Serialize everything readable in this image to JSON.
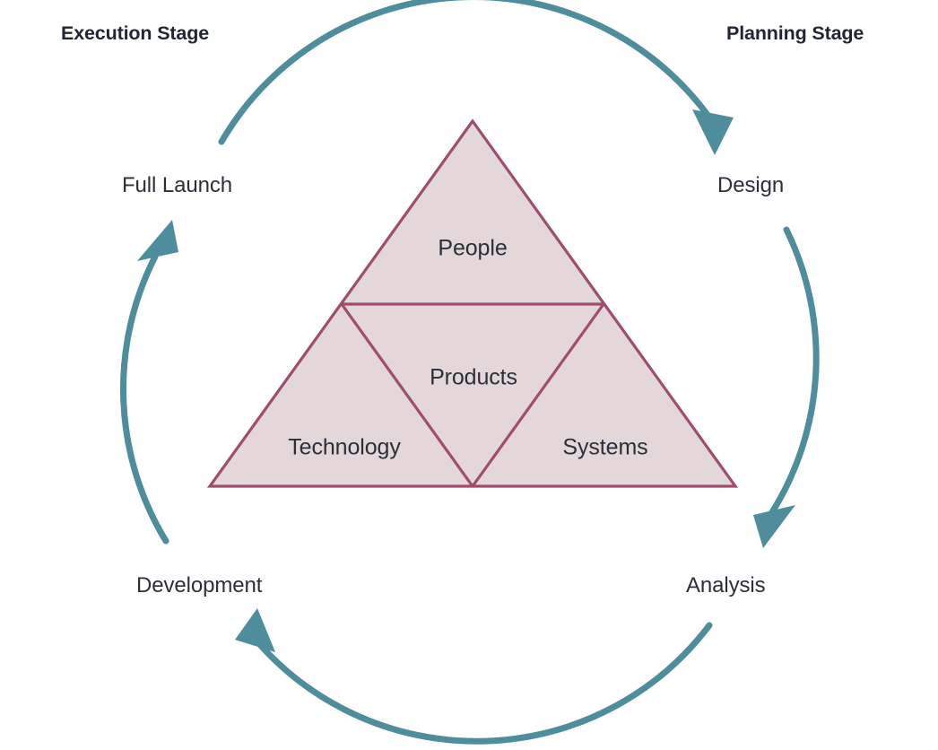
{
  "diagram": {
    "title_left": "Execution Stage",
    "title_right": "Planning Stage",
    "background_color": "#ffffff"
  },
  "colors": {
    "arrow_teal": "#4e8d9c",
    "triangle_stroke": "#9e4d6e",
    "triangle_fill": "#e4d7da",
    "heading_text": "#1f2533",
    "body_text": "#2b2f38"
  },
  "cycle": {
    "nodes": [
      {
        "label": "Design",
        "position": "right-top"
      },
      {
        "label": "Analysis",
        "position": "right-bottom"
      },
      {
        "label": "Development",
        "position": "left-bottom"
      },
      {
        "label": "Full Launch",
        "position": "left-top"
      }
    ],
    "arrows": [
      {
        "name": "top-arc",
        "from": "Full Launch",
        "to": "Design",
        "direction": "clockwise"
      },
      {
        "name": "right-arc",
        "from": "Design",
        "to": "Analysis",
        "direction": "clockwise"
      },
      {
        "name": "bottom-arc",
        "from": "Analysis",
        "to": "Development",
        "direction": "clockwise"
      },
      {
        "name": "left-arc",
        "from": "Development",
        "to": "Full Launch",
        "direction": "clockwise"
      }
    ]
  },
  "triangle": {
    "segments": [
      {
        "label": "People",
        "region": "top"
      },
      {
        "label": "Products",
        "region": "center-inverted"
      },
      {
        "label": "Technology",
        "region": "bottom-left"
      },
      {
        "label": "Systems",
        "region": "bottom-right"
      }
    ]
  }
}
